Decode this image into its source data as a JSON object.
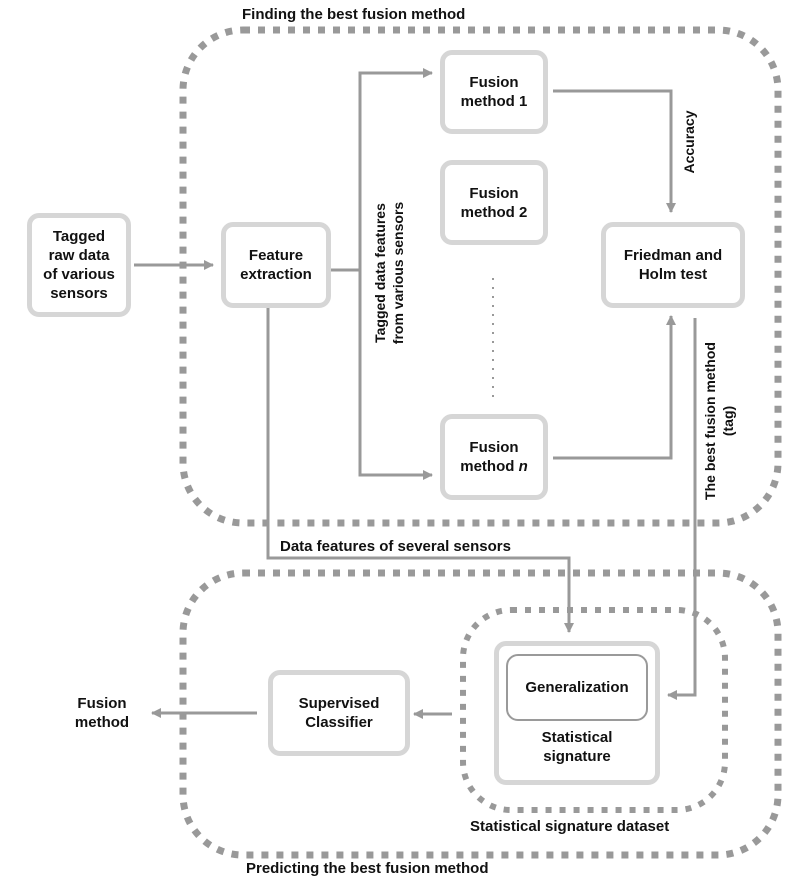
{
  "regions": {
    "finding": {
      "title": "Finding the best fusion method"
    },
    "predicting": {
      "title": "Predicting the best fusion method"
    },
    "dataset": {
      "title": "Statistical signature dataset"
    }
  },
  "nodes": {
    "raw_data": {
      "lines": [
        "Tagged",
        "raw data",
        "of various",
        "sensors"
      ]
    },
    "feature_extraction": {
      "lines": [
        "Feature",
        "extraction"
      ]
    },
    "fusion_1": {
      "lines": [
        "Fusion",
        "method 1"
      ]
    },
    "fusion_2": {
      "lines": [
        "Fusion",
        "method 2"
      ]
    },
    "fusion_n": {
      "line1": "Fusion",
      "line2_prefix": "method ",
      "line2_italic": "n"
    },
    "friedman": {
      "lines": [
        "Friedman and",
        "Holm test"
      ]
    },
    "generalization": {
      "label": "Generalization"
    },
    "stat_signature": {
      "lines": [
        "Statistical",
        "signature"
      ]
    },
    "classifier": {
      "lines": [
        "Supervised",
        "Classifier"
      ]
    },
    "output": {
      "lines": [
        "Fusion",
        "method"
      ]
    }
  },
  "edge_labels": {
    "tagged_features": [
      "Tagged data features",
      "from various sensors"
    ],
    "accuracy": "Accuracy",
    "best_method": [
      "The best fusion method",
      "(tag)"
    ],
    "data_features": "Data features of several sensors"
  },
  "colors": {
    "arrow": "#999999",
    "dash": "#999999",
    "box_border": "#d6d6d6",
    "inner_border": "#9a9a9a",
    "text": "#111111"
  }
}
